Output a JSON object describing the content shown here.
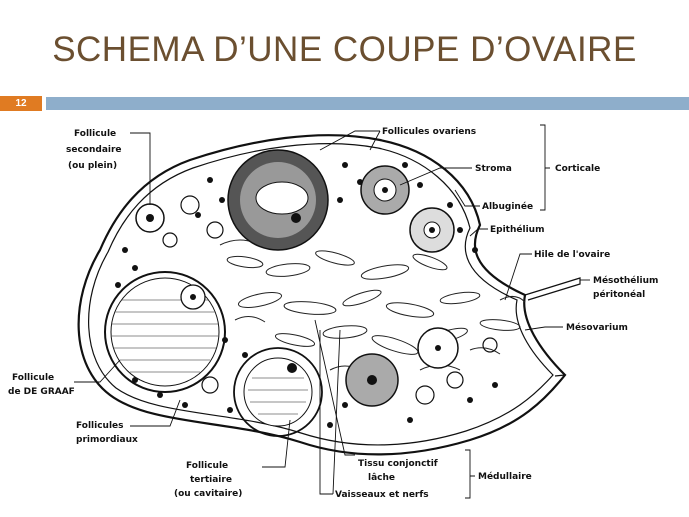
{
  "slide": {
    "title": "SCHEMA D’UNE COUPE D’OVAIRE",
    "page_number": "12",
    "colors": {
      "title": "#6b4f30",
      "badge": "#e07b22",
      "bar": "#8eaecb"
    }
  },
  "labels": {
    "follicule_secondaire": [
      "Follicule",
      "secondaire",
      "(ou plein)"
    ],
    "follicules_ovariens": "Follicules ovariens",
    "stroma": "Stroma",
    "corticale": "Corticale",
    "albuginee": "Albuginée",
    "epithelium": "Epithélium",
    "hile": "Hile de l'ovaire",
    "mesothelium": [
      "Mésothélium",
      "péritonéal"
    ],
    "mesovarium": "Mésovarium",
    "de_graaf": [
      "Follicule",
      "de DE GRAAF"
    ],
    "primordiaux": [
      "Follicules",
      "primordiaux"
    ],
    "tertiaire": [
      "Follicule",
      "tertiaire",
      "(ou cavitaire)"
    ],
    "tissu": [
      "Tissu conjonctif",
      "lâche"
    ],
    "medullaire": "Médullaire",
    "vaisseaux": "Vaisseaux et nerfs"
  }
}
